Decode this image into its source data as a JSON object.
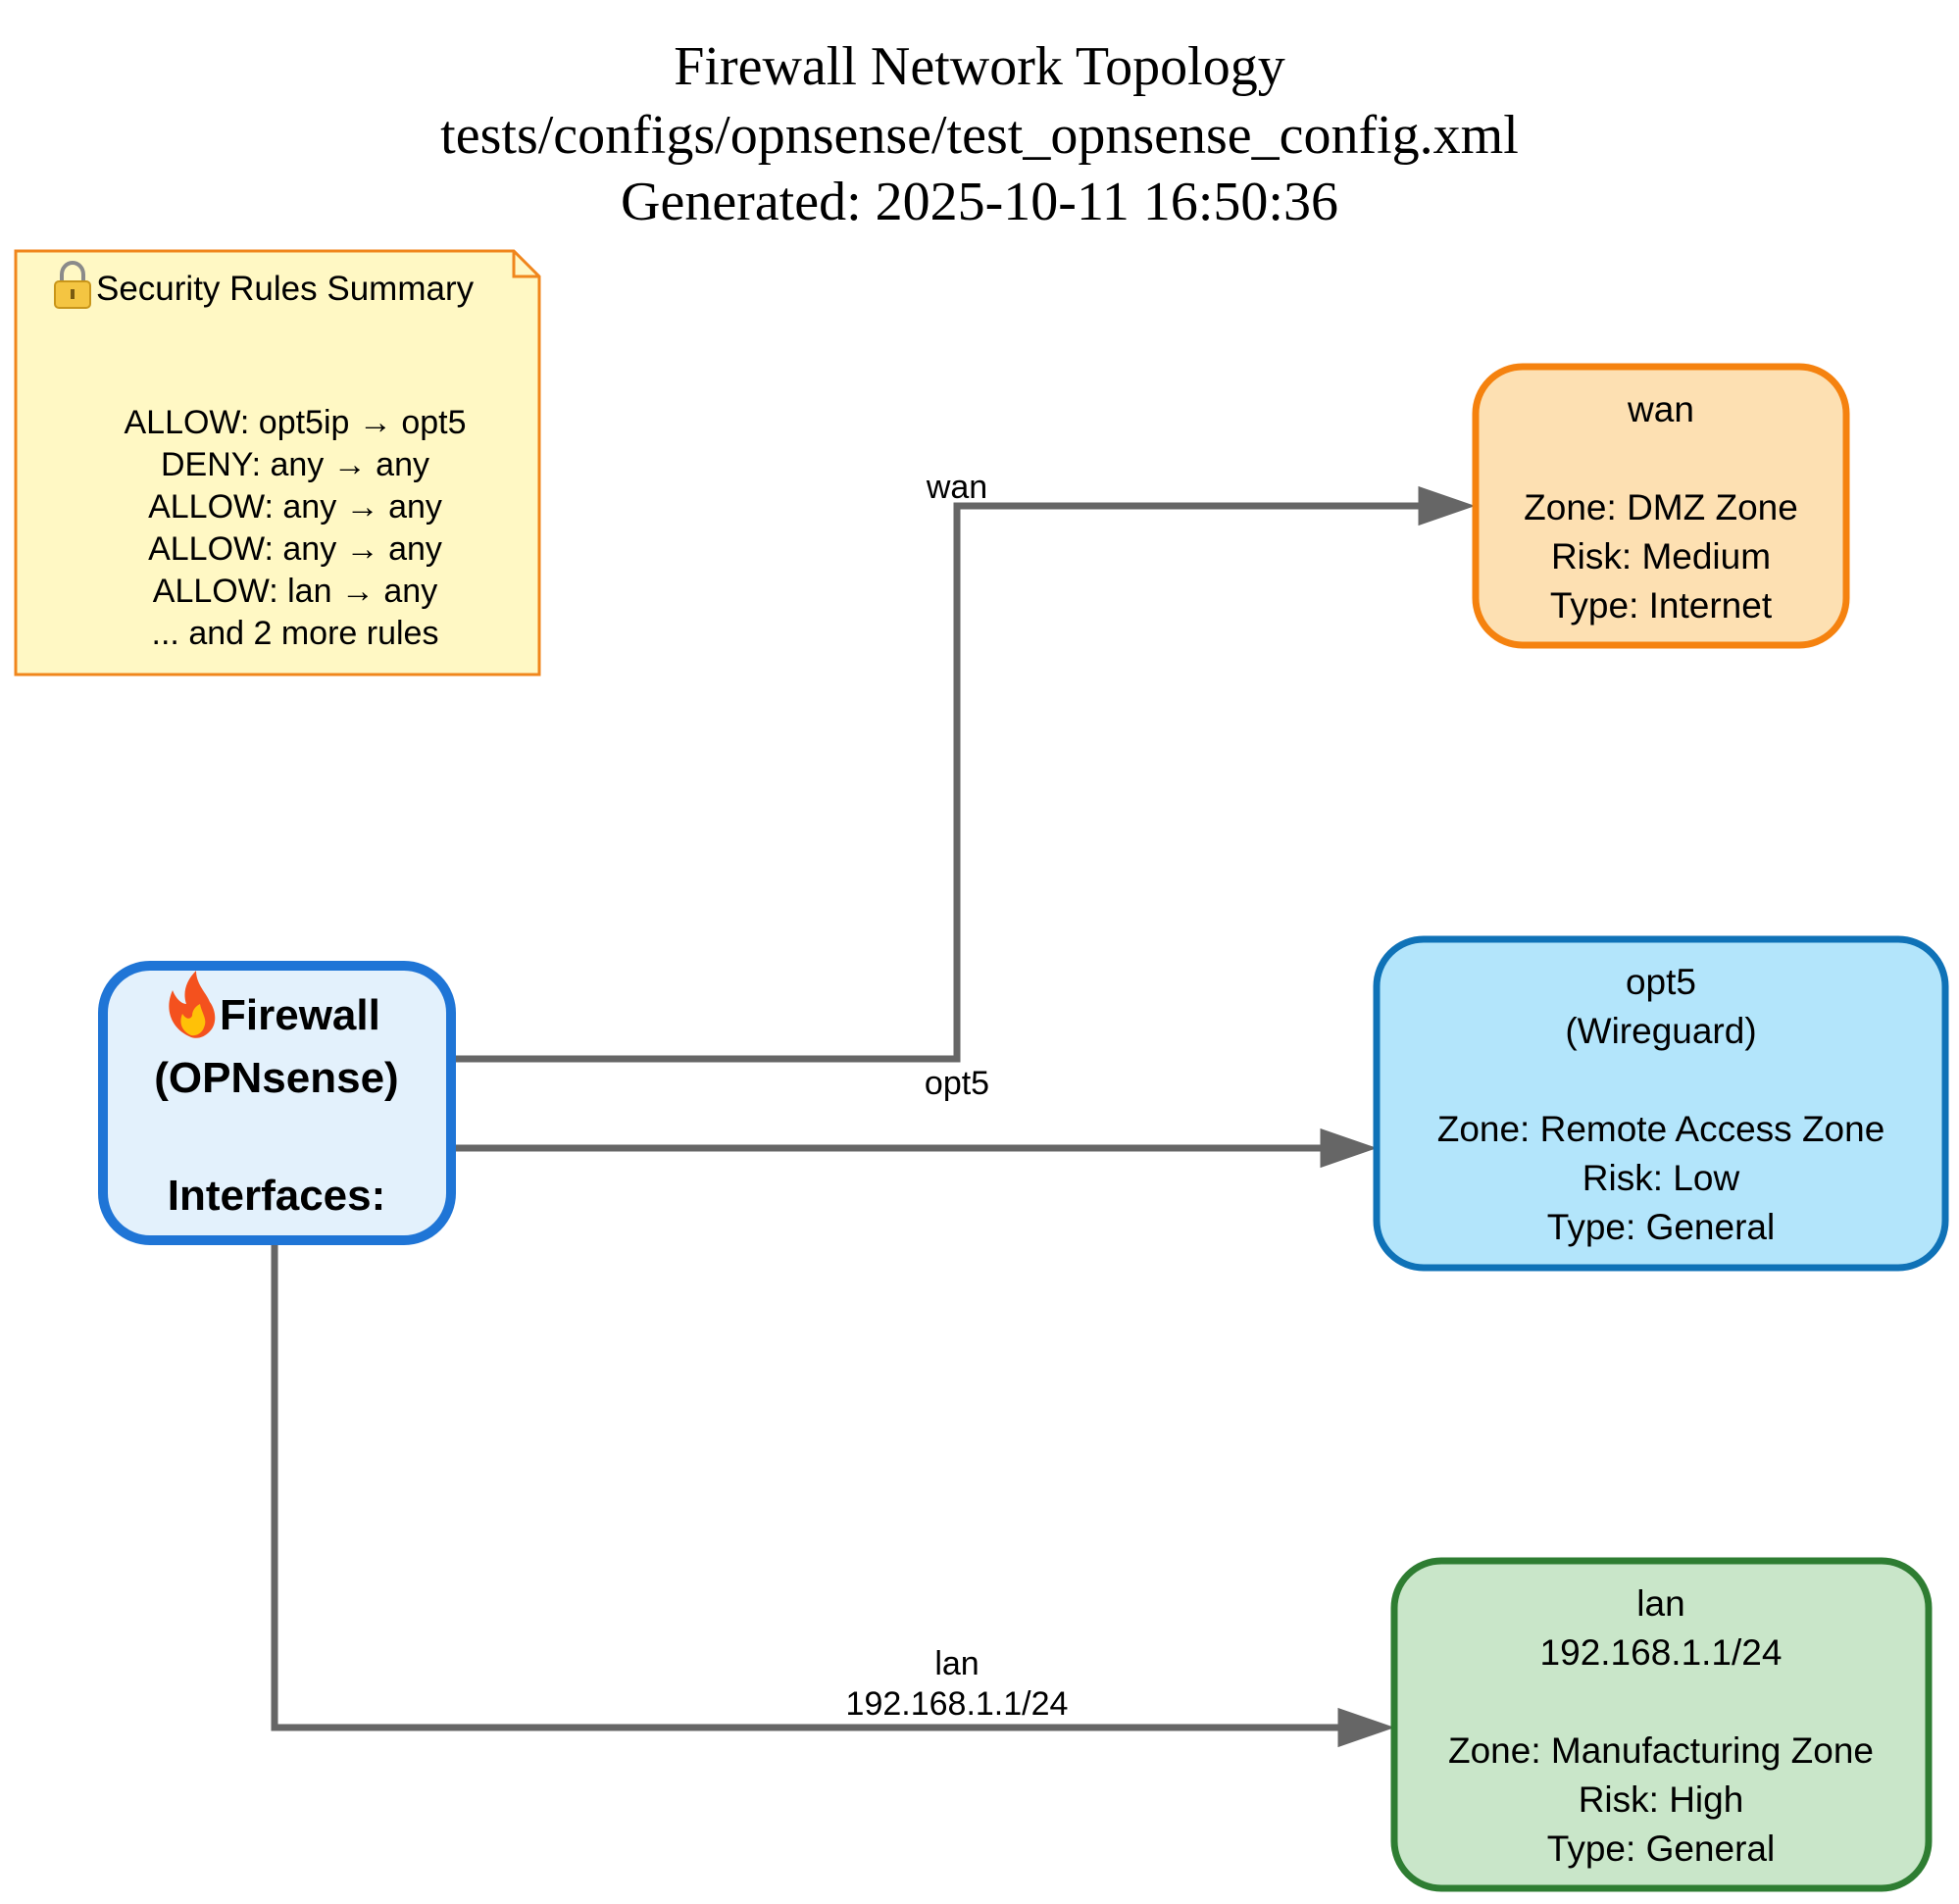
{
  "title": {
    "line1": "Firewall Network Topology",
    "line2": "tests/configs/opnsense/test_opnsense_config.xml",
    "line3": "Generated: 2025-10-11 16:50:36"
  },
  "security_note": {
    "icon": "lock-icon",
    "heading": "Security Rules Summary",
    "rules": [
      "ALLOW: opt5ip → opt5",
      "DENY: any → any",
      "ALLOW: any → any",
      "ALLOW: any → any",
      "ALLOW: lan → any",
      "... and 2 more rules"
    ],
    "fill": "#fff8c4",
    "border": "#f0861c"
  },
  "firewall": {
    "icon": "fire-icon",
    "name": "Firewall",
    "subtitle": "(OPNsense)",
    "interfaces_label": "Interfaces:",
    "fill": "#e3f1fc",
    "border": "#1f75d6"
  },
  "nodes": {
    "wan": {
      "name": "wan",
      "zone": "Zone: DMZ Zone",
      "risk": "Risk: Medium",
      "type": "Type: Internet",
      "fill": "#fde0b2",
      "border": "#f5820f"
    },
    "opt5": {
      "name": "opt5",
      "detail": "(Wireguard)",
      "zone": "Zone: Remote Access Zone",
      "risk": "Risk: Low",
      "type": "Type: General",
      "fill": "#b3e5fb",
      "border": "#0f72b7"
    },
    "lan": {
      "name": "lan",
      "detail": "192.168.1.1/24",
      "zone": "Zone: Manufacturing Zone",
      "risk": "Risk: High",
      "type": "Type: General",
      "fill": "#c9e6c9",
      "border": "#2e7d32"
    }
  },
  "edges": {
    "wan": {
      "label": "wan"
    },
    "opt5": {
      "label": "opt5"
    },
    "lan": {
      "label": "lan",
      "sublabel": "192.168.1.1/24"
    }
  }
}
